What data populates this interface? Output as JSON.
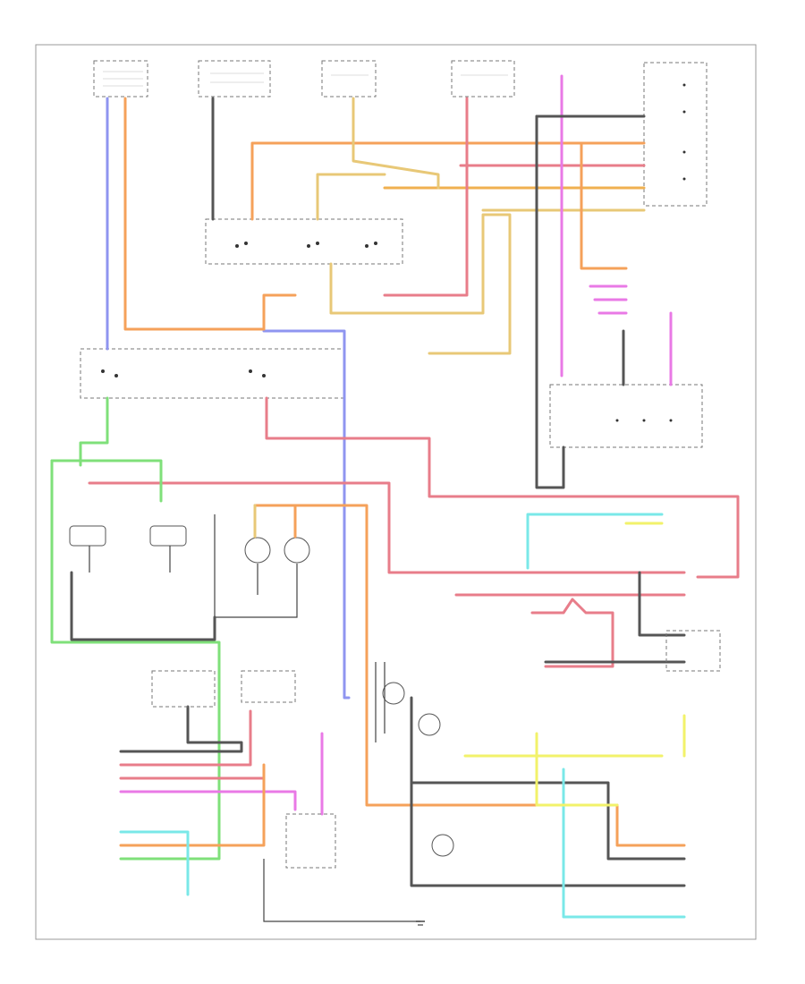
{
  "diagram": {
    "colors": {
      "red": "#e87d8a",
      "orange": "#f5a15a",
      "green": "#7fe07a",
      "blue": "#8f95f0",
      "yellow": "#f2f26a",
      "black": "#555555",
      "tan": "#e8c877",
      "magenta": "#e979e6",
      "cyan": "#7ae8e8",
      "gray": "#aaaaaa",
      "gold": "#f0b050"
    },
    "page_ref": "",
    "components": [
      {
        "id": "fuse-box-a",
        "label": ""
      },
      {
        "id": "fuse-box-b",
        "label": ""
      },
      {
        "id": "fuse-box-c",
        "label": ""
      },
      {
        "id": "fuse-box-d",
        "label": ""
      },
      {
        "id": "switch-assembly",
        "label": ""
      },
      {
        "id": "relay-block",
        "label": ""
      },
      {
        "id": "control-module",
        "label": ""
      },
      {
        "id": "lamp-left",
        "label": ""
      },
      {
        "id": "lamp-right",
        "label": ""
      },
      {
        "id": "indicator-lamp-1",
        "label": ""
      },
      {
        "id": "indicator-lamp-2",
        "label": ""
      },
      {
        "id": "indicator-lamp-3",
        "label": ""
      },
      {
        "id": "connector-block",
        "label": ""
      },
      {
        "id": "ground-point",
        "label": ""
      }
    ]
  }
}
